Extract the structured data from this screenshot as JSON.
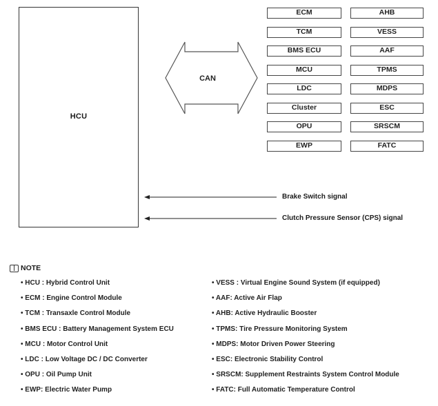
{
  "hcu_label": "HCU",
  "can_label": "CAN",
  "modules": [
    [
      "ECM",
      "AHB"
    ],
    [
      "TCM",
      "VESS"
    ],
    [
      "BMS ECU",
      "AAF"
    ],
    [
      "MCU",
      "TPMS"
    ],
    [
      "LDC",
      "MDPS"
    ],
    [
      "Cluster",
      "ESC"
    ],
    [
      "OPU",
      "SRSCM"
    ],
    [
      "EWP",
      "FATC"
    ]
  ],
  "signals": [
    "Brake Switch signal",
    "Clutch Pressure Sensor (CPS) signal"
  ],
  "note_title": "NOTE",
  "notes_left": [
    "HCU : Hybrid Control Unit",
    "ECM : Engine Control Module",
    "TCM : Transaxle Control Module",
    "BMS ECU : Battery Management System ECU",
    "MCU : Motor Control Unit",
    "LDC : Low Voltage DC / DC Converter",
    "OPU : Oil Pump Unit",
    "EWP: Electric Water Pump"
  ],
  "notes_right": [
    "VESS : Virtual Engine Sound System (if equipped)",
    "AAF: Active Air Flap",
    "AHB: Active Hydraulic Booster",
    "TPMS: Tire Pressure Monitoring System",
    "MDPS: Motor Driven Power Steering",
    "ESC: Electronic Stability Control",
    "SRSCM: Supplement Restraints System Control Module",
    "FATC: Full Automatic Temperature Control"
  ]
}
